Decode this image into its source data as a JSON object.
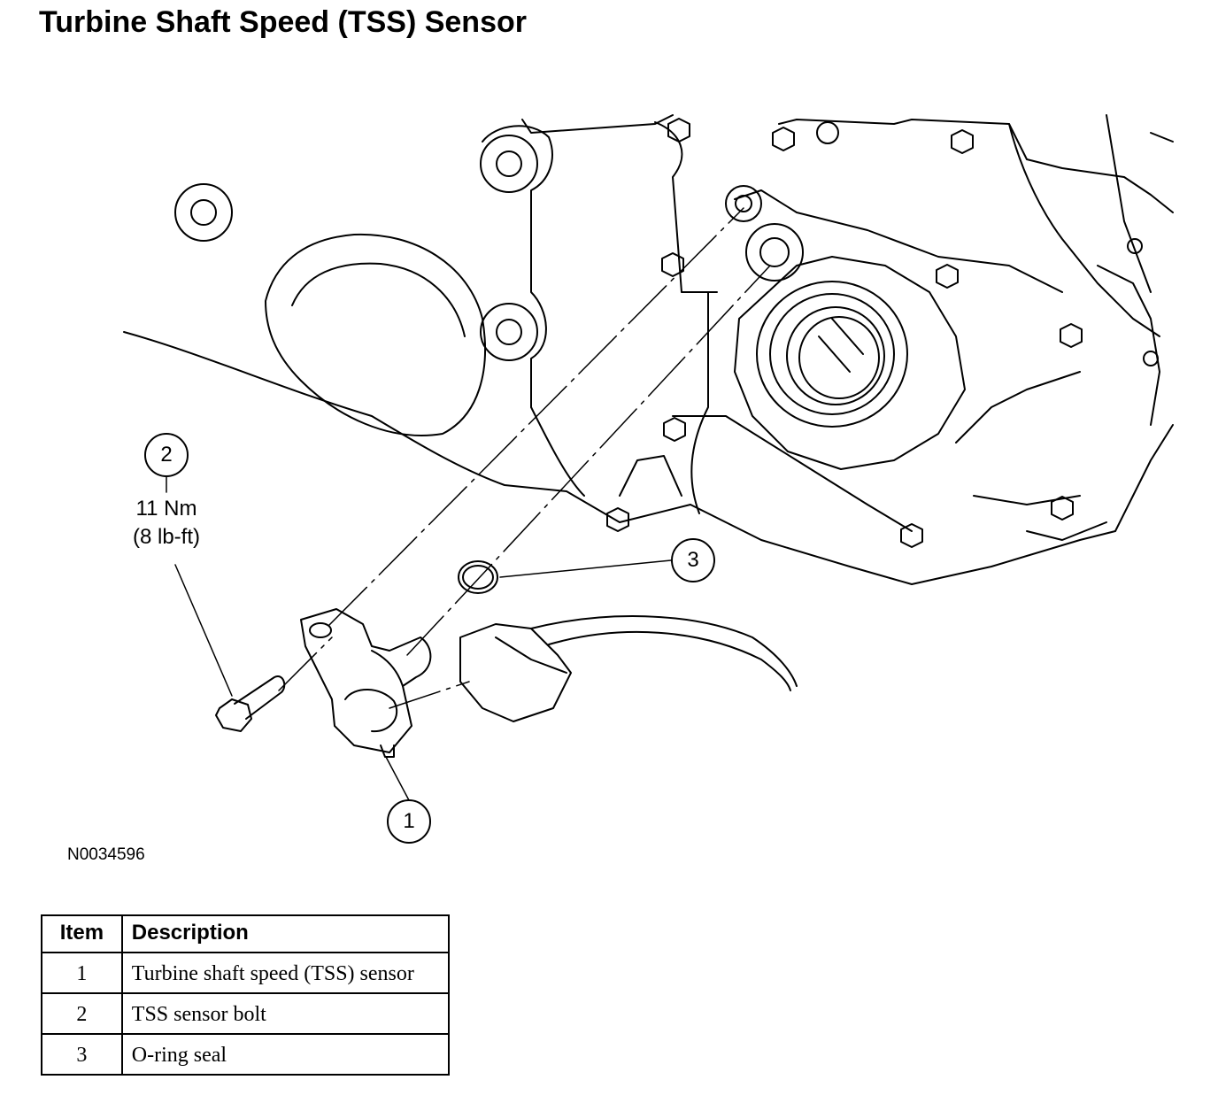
{
  "title": "Turbine Shaft Speed (TSS) Sensor",
  "figure_id": "N0034596",
  "callouts": [
    {
      "number": "1"
    },
    {
      "number": "2",
      "torque_nm": "11 Nm",
      "torque_lbft": "(8 lb-ft)"
    },
    {
      "number": "3"
    }
  ],
  "legend": {
    "headers": {
      "item": "Item",
      "description": "Description"
    },
    "rows": [
      {
        "item": "1",
        "description": "Turbine shaft speed (TSS) sensor"
      },
      {
        "item": "2",
        "description": "TSS sensor bolt"
      },
      {
        "item": "3",
        "description": "O-ring seal"
      }
    ]
  }
}
